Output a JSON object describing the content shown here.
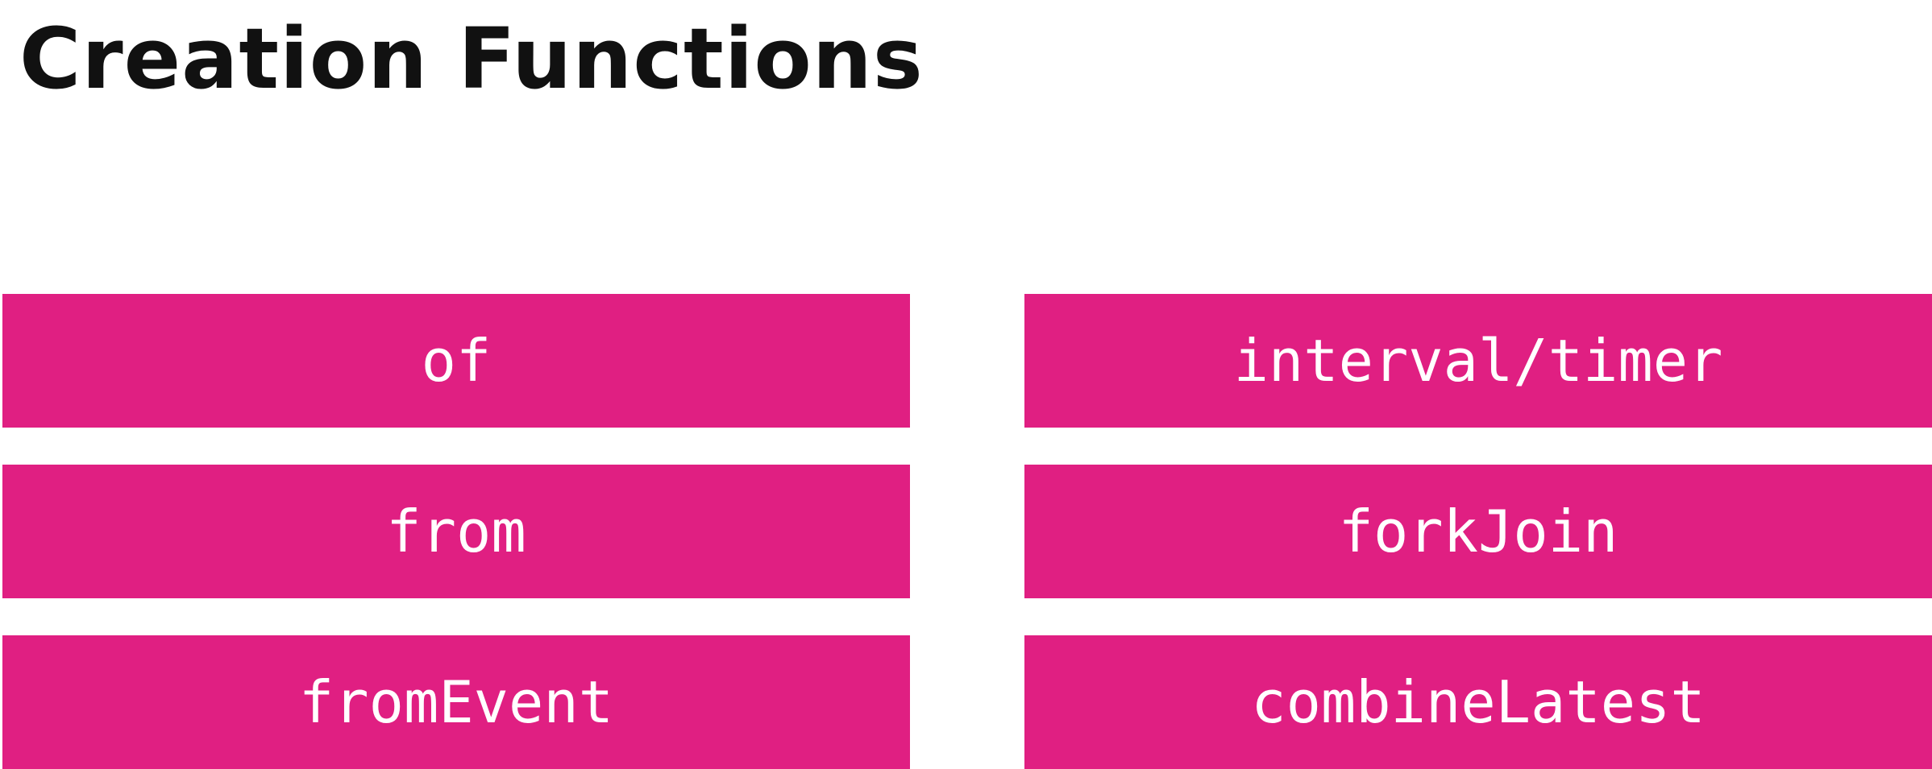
{
  "title": "Creation Functions",
  "colors": {
    "box_background": "#e01f82",
    "box_text": "#ffffff",
    "title_text": "#111111",
    "page_background": "#ffffff"
  },
  "left_column": [
    {
      "label": "of"
    },
    {
      "label": "from"
    },
    {
      "label": "fromEvent"
    }
  ],
  "right_column": [
    {
      "label": "interval/timer"
    },
    {
      "label": "forkJoin"
    },
    {
      "label": "combineLatest"
    }
  ]
}
